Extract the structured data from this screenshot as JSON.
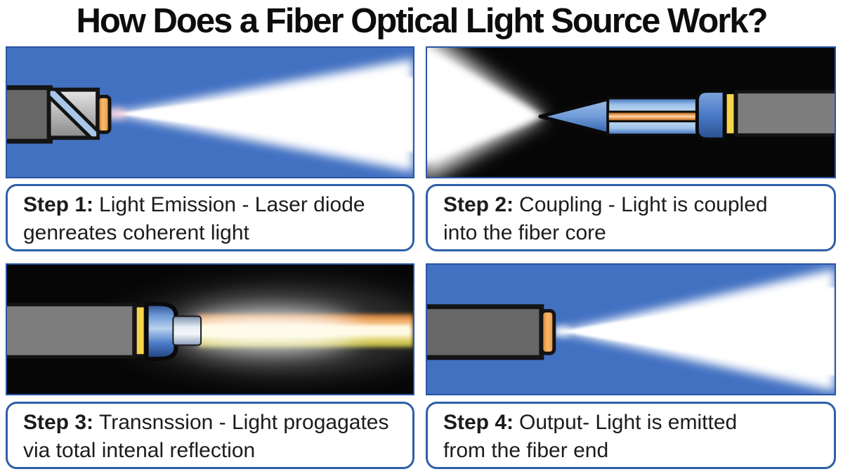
{
  "title": "How Does a Fiber Optical Light Source Work?",
  "steps": [
    {
      "label": "Step 1:",
      "line1": "Light Emission - Laser diode",
      "line2": "genreates coherent light",
      "illustration": "laser-diode-emitting-white-light-cone-on-blue"
    },
    {
      "label": "Step 2:",
      "line1": "Coupling - Light is coupled",
      "line2": "into the fiber core",
      "illustration": "light-converging-into-fiber-tip-on-black"
    },
    {
      "label": "Step 3:",
      "line1": "Transnssion - Light progagates",
      "line2": "via total intenal reflection",
      "illustration": "glowing-beam-from-fiber-connector-on-black"
    },
    {
      "label": "Step 4:",
      "line1": "Output- Light is emitted",
      "line2": "from the fiber end",
      "illustration": "fiber-end-emitting-white-light-cone-on-blue"
    }
  ],
  "colors": {
    "title_color": "#0d0d0d",
    "panel_blue": "#4371c2",
    "panel_black": "#060606",
    "caption_border": "#2e5fa8",
    "cable_gray": "#7d7d7d",
    "cable_dark_gray": "#676767",
    "band_yellow": "#f6d54b",
    "fiber_orange": "#f2a24e",
    "connector_blue": "#4a7ac8",
    "beam_white": "#ffffff"
  }
}
